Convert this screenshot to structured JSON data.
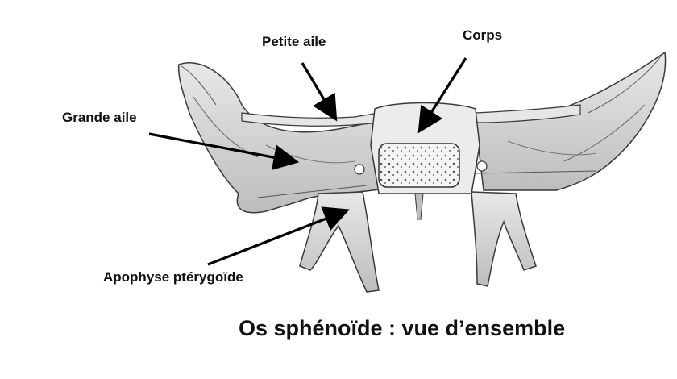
{
  "labels": {
    "petite_aile": "Petite aile",
    "corps": "Corps",
    "grande_aile": "Grande aile",
    "apophyse": "Apophyse ptérygoïde"
  },
  "caption": "Os sphénoïde : vue d’ensemble",
  "colors": {
    "text": "#111111",
    "arrow": "#000000",
    "bone_fill": "#d9d9d9",
    "bone_stroke": "#3a3a3a",
    "body_fill": "#f2f2f2"
  }
}
